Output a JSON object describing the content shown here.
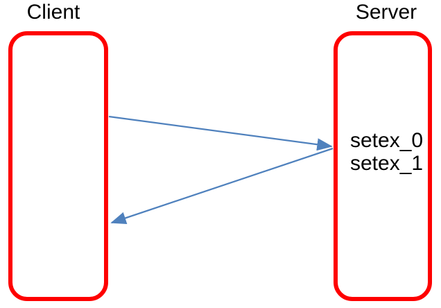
{
  "diagram": {
    "nodes": [
      {
        "id": "client",
        "label": "Client",
        "contents": []
      },
      {
        "id": "server",
        "label": "Server",
        "contents": [
          "setex_0",
          "setex_1"
        ]
      }
    ],
    "arrows": [
      {
        "from": "client",
        "to": "server",
        "direction": "right"
      },
      {
        "from": "server",
        "to": "client",
        "direction": "left"
      }
    ],
    "colors": {
      "node_border": "#fe0000",
      "arrow": "#4f81bd",
      "text": "#000000",
      "background": "#ffffff"
    }
  }
}
